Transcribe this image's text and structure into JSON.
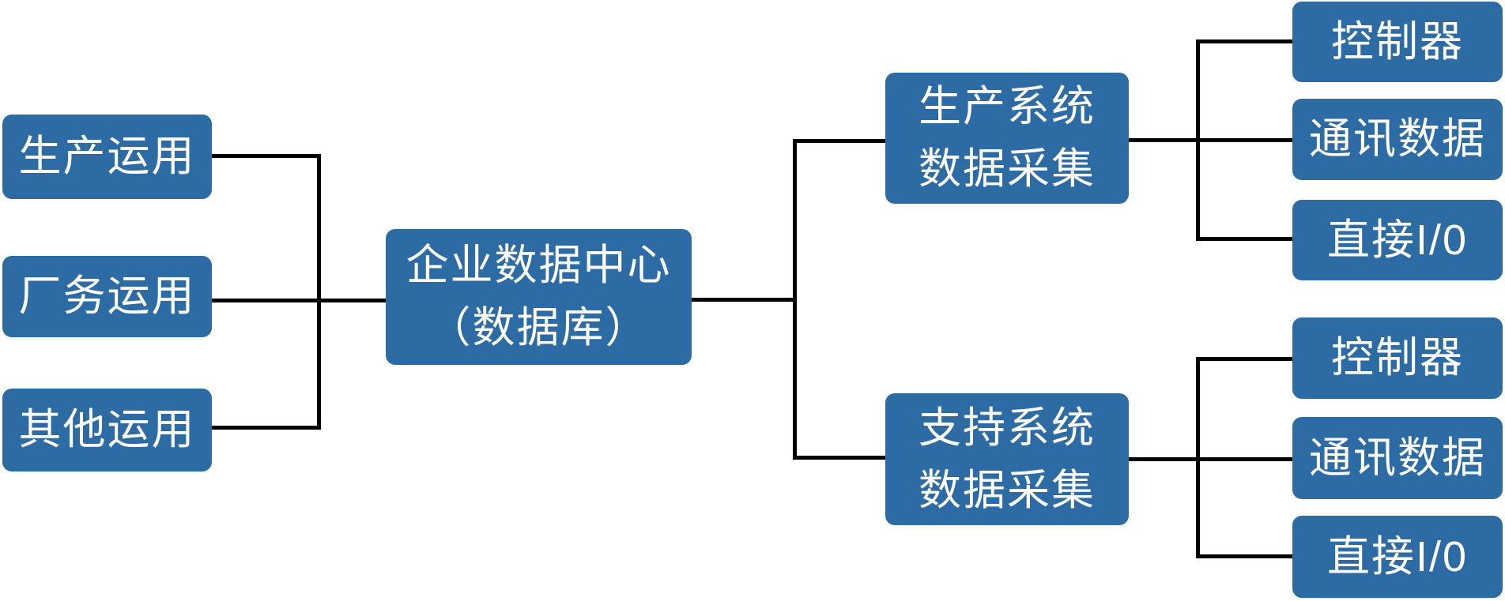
{
  "diagram": {
    "colors": {
      "node_fill": "#2C6BA4",
      "node_text": "#FFFFFF",
      "connector": "#000000",
      "background": "#FFFFFF"
    },
    "nodes": {
      "production_app": {
        "label": "生产运用"
      },
      "plant_app": {
        "label": "厂务运用"
      },
      "other_app": {
        "label": "其他运用"
      },
      "data_center": {
        "label": "企业数据中心\n（数据库）"
      },
      "production_collection": {
        "label": "生产系统\n数据采集"
      },
      "support_collection": {
        "label": "支持系统\n数据采集"
      },
      "prod_controller": {
        "label": "控制器"
      },
      "prod_comm_data": {
        "label": "通讯数据"
      },
      "prod_direct_io": {
        "label": "直接I/0"
      },
      "supp_controller": {
        "label": "控制器"
      },
      "supp_comm_data": {
        "label": "通讯数据"
      },
      "supp_direct_io": {
        "label": "直接I/0"
      }
    }
  }
}
